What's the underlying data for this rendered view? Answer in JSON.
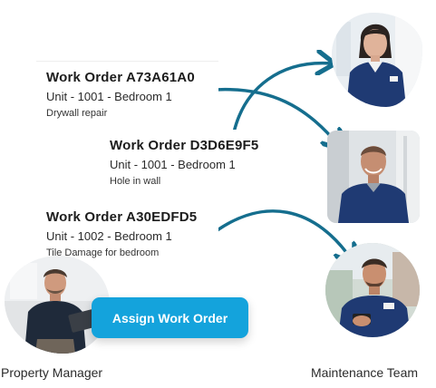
{
  "work_orders": [
    {
      "title": "Work Order A73A61A0",
      "unit": "Unit - 1001 - Bedroom 1",
      "description": "Drywall repair"
    },
    {
      "title": "Work Order D3D6E9F5",
      "unit": "Unit - 1001 - Bedroom 1",
      "description": "Hole in wall"
    },
    {
      "title": "Work Order A30EDFD5",
      "unit": "Unit - 1002 - Bedroom 1",
      "description": "Tile Damage for bedroom"
    }
  ],
  "assign_button_label": "Assign Work Order",
  "captions": {
    "left": "Property Manager",
    "right": "Maintenance Team"
  },
  "colors": {
    "arrow": "#156e8e",
    "button": "#14a3dc",
    "uniform": "#1f3a73"
  }
}
